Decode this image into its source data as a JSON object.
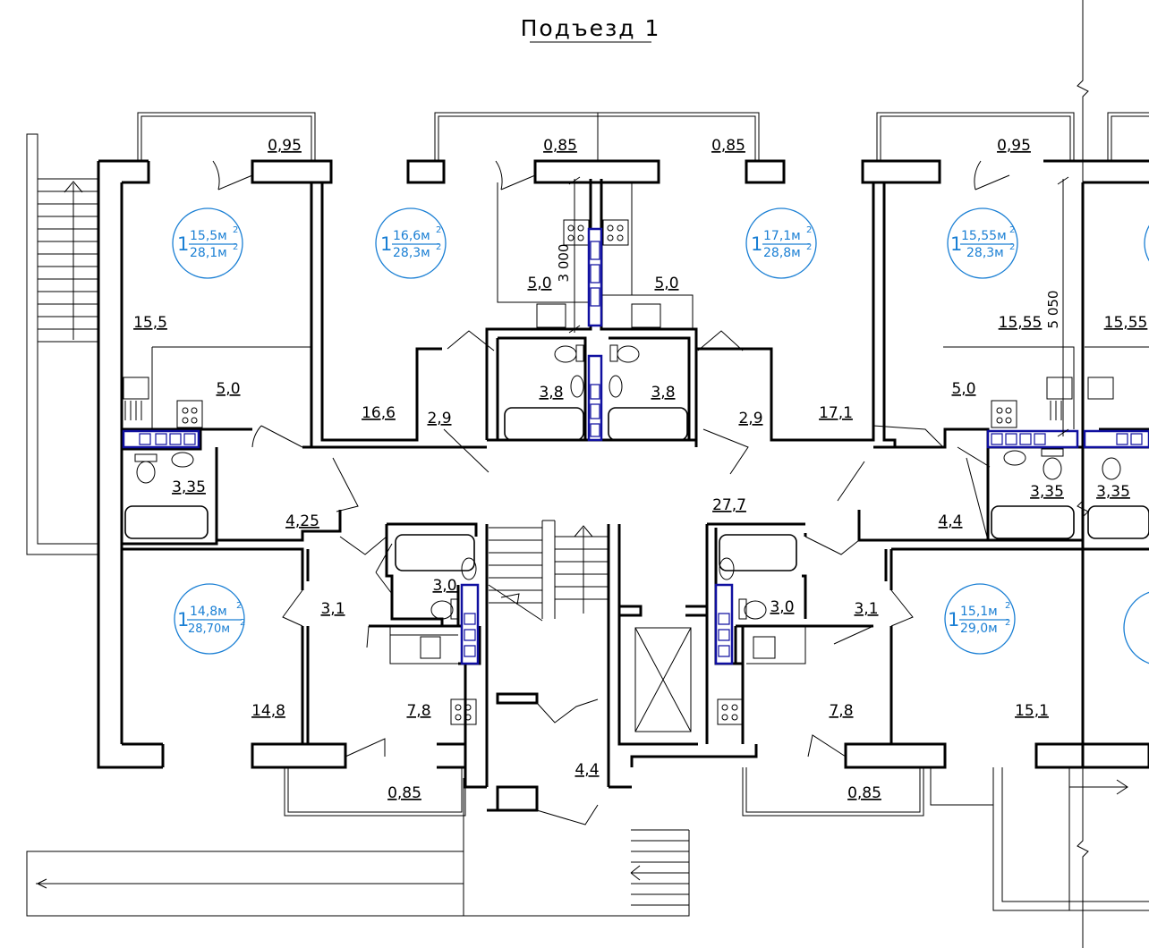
{
  "title": "Подъезд 1",
  "colors": {
    "wall": "#000000",
    "apartment_badge": "#1a7fd4",
    "shaft": "#1010a0"
  },
  "apartments": [
    {
      "id": "a1",
      "rooms": "1",
      "living": "15,5м",
      "total": "28,1м",
      "sup": "2"
    },
    {
      "id": "a2",
      "rooms": "1",
      "living": "16,6м",
      "total": "28,3м",
      "sup": "2"
    },
    {
      "id": "a3",
      "rooms": "1",
      "living": "17,1м",
      "total": "28,8м",
      "sup": "2"
    },
    {
      "id": "a4",
      "rooms": "1",
      "living": "15,55м",
      "total": "28,3м",
      "sup": "2"
    },
    {
      "id": "a5",
      "rooms": "1",
      "living": "14,8м",
      "total": "28,70м",
      "sup": "2"
    },
    {
      "id": "a6",
      "rooms": "1",
      "living": "15,1м",
      "total": "29,0м",
      "sup": "2"
    }
  ],
  "areas": [
    "0,95",
    "0,85",
    "0,85",
    "0,95",
    "15,5",
    "5,0",
    "16,6",
    "5,0",
    "5,0",
    "17,1",
    "15,55",
    "15,55",
    "5,0",
    "2,9",
    "3,8",
    "3,8",
    "2,9",
    "3,35",
    "4,25",
    "27,7",
    "4,4",
    "3,35",
    "3,35",
    "3,0",
    "3,0",
    "3,1",
    "3,1",
    "14,8",
    "7,8",
    "7,8",
    "15,1",
    "0,85",
    "4,4",
    "0,85"
  ],
  "dimensions": [
    "3 000",
    "5 050"
  ]
}
